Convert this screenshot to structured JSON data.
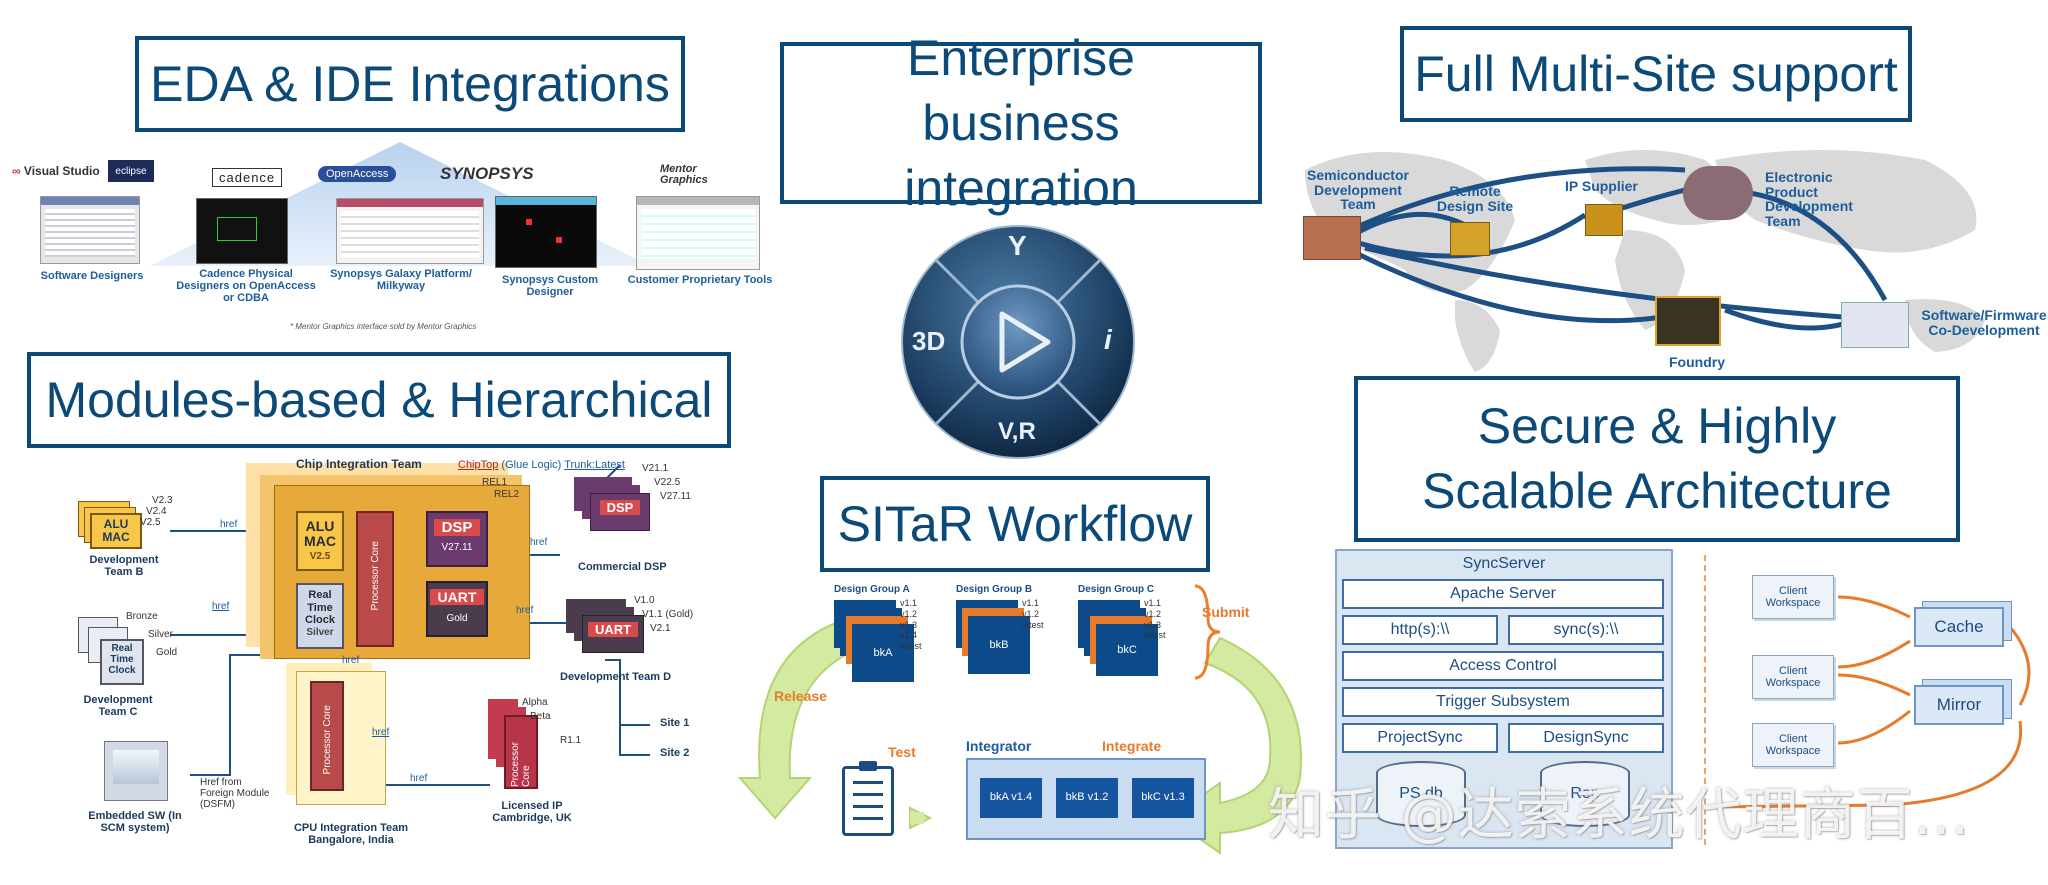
{
  "titles": {
    "eda": "EDA & IDE Integrations",
    "enterprise": "Enterprise business integration",
    "multisite": "Full Multi-Site support",
    "modules": "Modules-based & Hierarchical",
    "sitar": "SITaR Workflow",
    "secure": "Secure & Highly Scalable Architecture"
  },
  "eda": {
    "logos": [
      "Visual Studio",
      "eclipse",
      "cadence",
      "OpenAccess",
      "SYNOPSYS",
      "Mentor Graphics"
    ],
    "captions": [
      "Software Designers",
      "Cadence Physical Designers on OpenAccess or CDBA",
      "Synopsys Galaxy Platform/ Milkyway",
      "Synopsys Custom Designer",
      "Customer Proprietary Tools"
    ],
    "footnote": "* Mentor Graphics interface sold by Mentor Graphics"
  },
  "compass": {
    "top": "Y",
    "left": "3D",
    "right": "i",
    "bottom": "V,R"
  },
  "multisite": {
    "nodes": [
      "Semiconductor Development Team",
      "Remote Design Site",
      "IP Supplier",
      "Electronic Product Development Team",
      "Foundry",
      "Software/Firmware Co-Development"
    ]
  },
  "modules": {
    "chip_team": "Chip Integration Team",
    "chiptop": "ChipTop",
    "glue": "(Glue Logic)",
    "trunk": "Trunk:Latest",
    "rel1": "REL1",
    "rel2": "REL2",
    "alu": "ALU MAC",
    "alu_ver": "V2.5",
    "alu_vers": [
      "V2.3",
      "V2.4",
      "V2.5"
    ],
    "dev_b": "Development Team B",
    "dsp": "DSP",
    "dsp_ver": "V27.11",
    "dsp_vers": [
      "V21.1",
      "V22.5",
      "V27.11"
    ],
    "commercial_dsp": "Commercial DSP",
    "uart": "UART",
    "uart_ver": "Gold",
    "uart_vers": [
      "V1.0",
      "V1.1 (Gold)",
      "V2.1"
    ],
    "dev_d": "Development Team D",
    "rtc": "Real Time Clock",
    "rtc_ver": "Silver",
    "rtc_vers": [
      "Bronze",
      "Silver",
      "Gold"
    ],
    "dev_c": "Development Team C",
    "processor": "Processor Core",
    "v11": "V1.1",
    "r11": "R1.1",
    "href": "href",
    "embedded": "Embedded SW (In SCM system)",
    "foreign": "Href from Foreign Module (DSFM)",
    "cpu_team": "CPU Integration Team Bangalore, India",
    "licensed": "Licensed IP Cambridge, UK",
    "alpha": "Alpha",
    "beta": "Beta",
    "site1": "Site 1",
    "site2": "Site 2"
  },
  "sitar": {
    "groups": [
      {
        "name": "Design Group A",
        "blk": "bkA",
        "vers": [
          "v1.1",
          "v1.2",
          "v1.3",
          "v1.4",
          "latest"
        ]
      },
      {
        "name": "Design Group B",
        "blk": "bkB",
        "vers": [
          "v1.1",
          "v1.2",
          "latest"
        ]
      },
      {
        "name": "Design Group C",
        "blk": "bkC",
        "vers": [
          "v1.1",
          "v1.2",
          "v1.3",
          "latest"
        ]
      }
    ],
    "submit": "Submit",
    "release": "Release",
    "test": "Test",
    "integrator": "Integrator",
    "integrate": "Integrate",
    "int_blocks": [
      "bkA v1.4",
      "bkB v1.2",
      "bkC v1.3"
    ]
  },
  "secure": {
    "server": "SyncServer",
    "apache": "Apache Server",
    "http": "http(s):\\\\",
    "sync": "sync(s):\\\\",
    "access": "Access Control",
    "trigger": "Trigger Subsystem",
    "project": "ProjectSync",
    "design": "DesignSync",
    "ps_db": "PS db",
    "ds_db": "Rep",
    "client": "Client Workspace",
    "cache": "Cache",
    "mirror": "Mirror"
  },
  "watermark": "知乎 @达索系统代理商百..."
}
